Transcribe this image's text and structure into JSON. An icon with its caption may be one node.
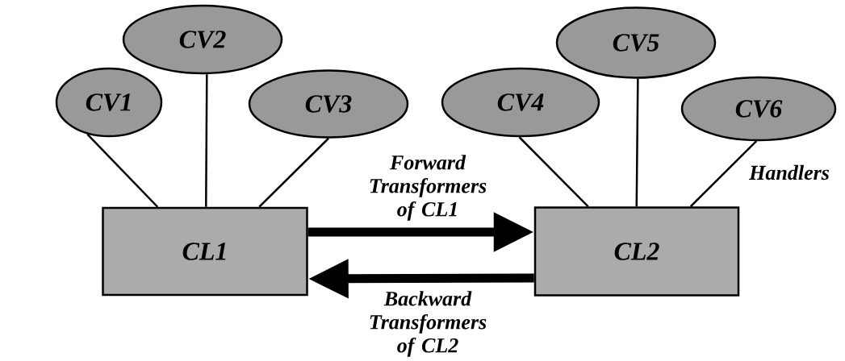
{
  "diagram": {
    "nodes": [
      {
        "text": [
          "CV1"
        ]
      },
      {
        "text": [
          "CV2"
        ]
      },
      {
        "text": [
          "CV3"
        ]
      },
      {
        "text": [
          "CV4"
        ]
      },
      {
        "text": [
          "CV5"
        ]
      },
      {
        "text": [
          "CV6"
        ]
      },
      {
        "text": [
          "CL1"
        ]
      },
      {
        "text": [
          "CL2"
        ]
      }
    ],
    "edges": [
      {
        "from": 0,
        "to": 6,
        "arrow": "none"
      },
      {
        "from": 1,
        "to": 6,
        "arrow": "none"
      },
      {
        "from": 2,
        "to": 6,
        "arrow": "none"
      },
      {
        "from": 3,
        "to": 7,
        "arrow": "none"
      },
      {
        "from": 4,
        "to": 7,
        "arrow": "none"
      },
      {
        "from": 5,
        "to": 7,
        "arrow": "none",
        "label": "Handlers"
      },
      {
        "from": 6,
        "to": 7,
        "arrow": "to",
        "style": "thick",
        "label": "Forward Transformers of CL1"
      },
      {
        "from": 7,
        "to": 6,
        "arrow": "to",
        "style": "thick",
        "label": "Backward Transformers of CL2"
      }
    ]
  }
}
